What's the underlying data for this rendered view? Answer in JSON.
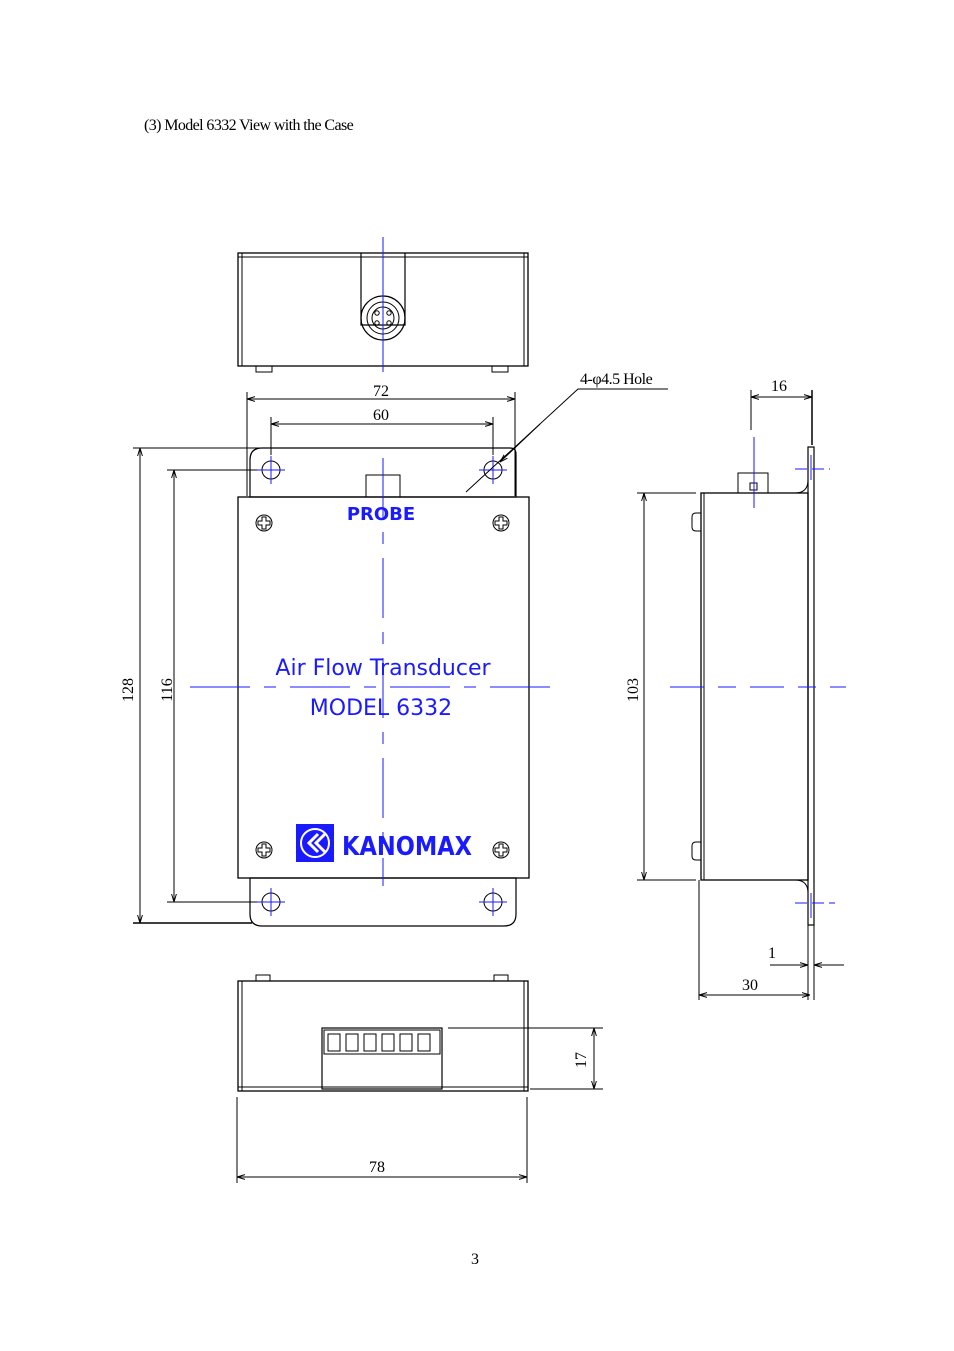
{
  "page": {
    "title": "(3) Model 6332 View with the Case",
    "page_number": "3"
  },
  "panel": {
    "probe_label": "PROBE",
    "product_line1": "Air Flow Transducer",
    "product_line2": "MODEL 6332",
    "brand": "KANOMAX"
  },
  "dimensions": {
    "width_overall": "72",
    "hole_pitch_x": "60",
    "hole_callout": "4-φ4.5 Hole",
    "height_overall": "128",
    "hole_pitch_y": "116",
    "side_height": "103",
    "flange_offset": "16",
    "plate_thickness": "1",
    "depth": "30",
    "terminal_height": "17",
    "bottom_width": "78"
  },
  "colors": {
    "centerline": "#1a1aff",
    "label_text": "#1a1aff",
    "outline": "#000000"
  }
}
